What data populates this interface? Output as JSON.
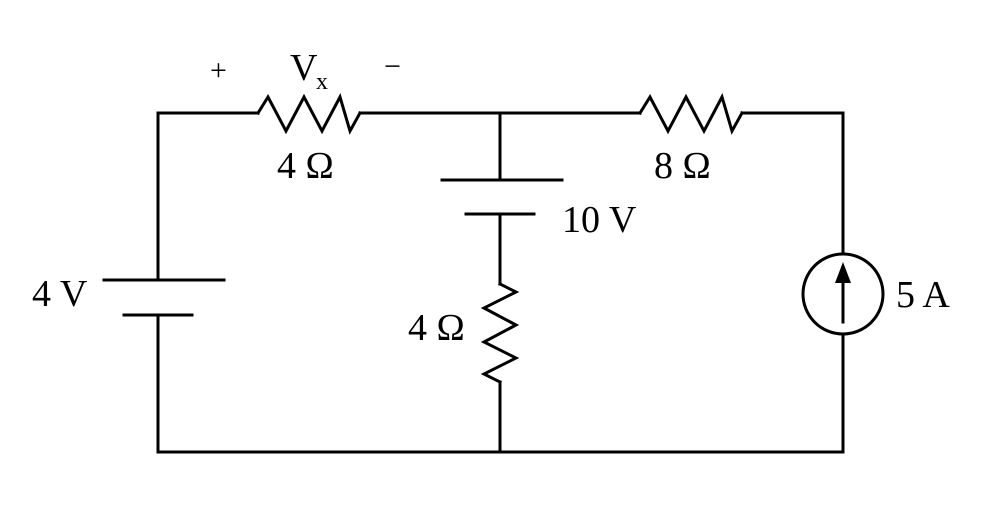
{
  "components": {
    "voltage_source_left": {
      "label": "4 V"
    },
    "resistor_top_left": {
      "label": "4 Ω"
    },
    "resistor_top_right": {
      "label": "8 Ω"
    },
    "voltage_source_middle": {
      "label": "10 V"
    },
    "resistor_middle": {
      "label": "4 Ω"
    },
    "current_source": {
      "label": "5 A"
    }
  },
  "vx_annotation": {
    "plus": "+",
    "minus": "−",
    "variable": "V",
    "subscript": "x"
  }
}
